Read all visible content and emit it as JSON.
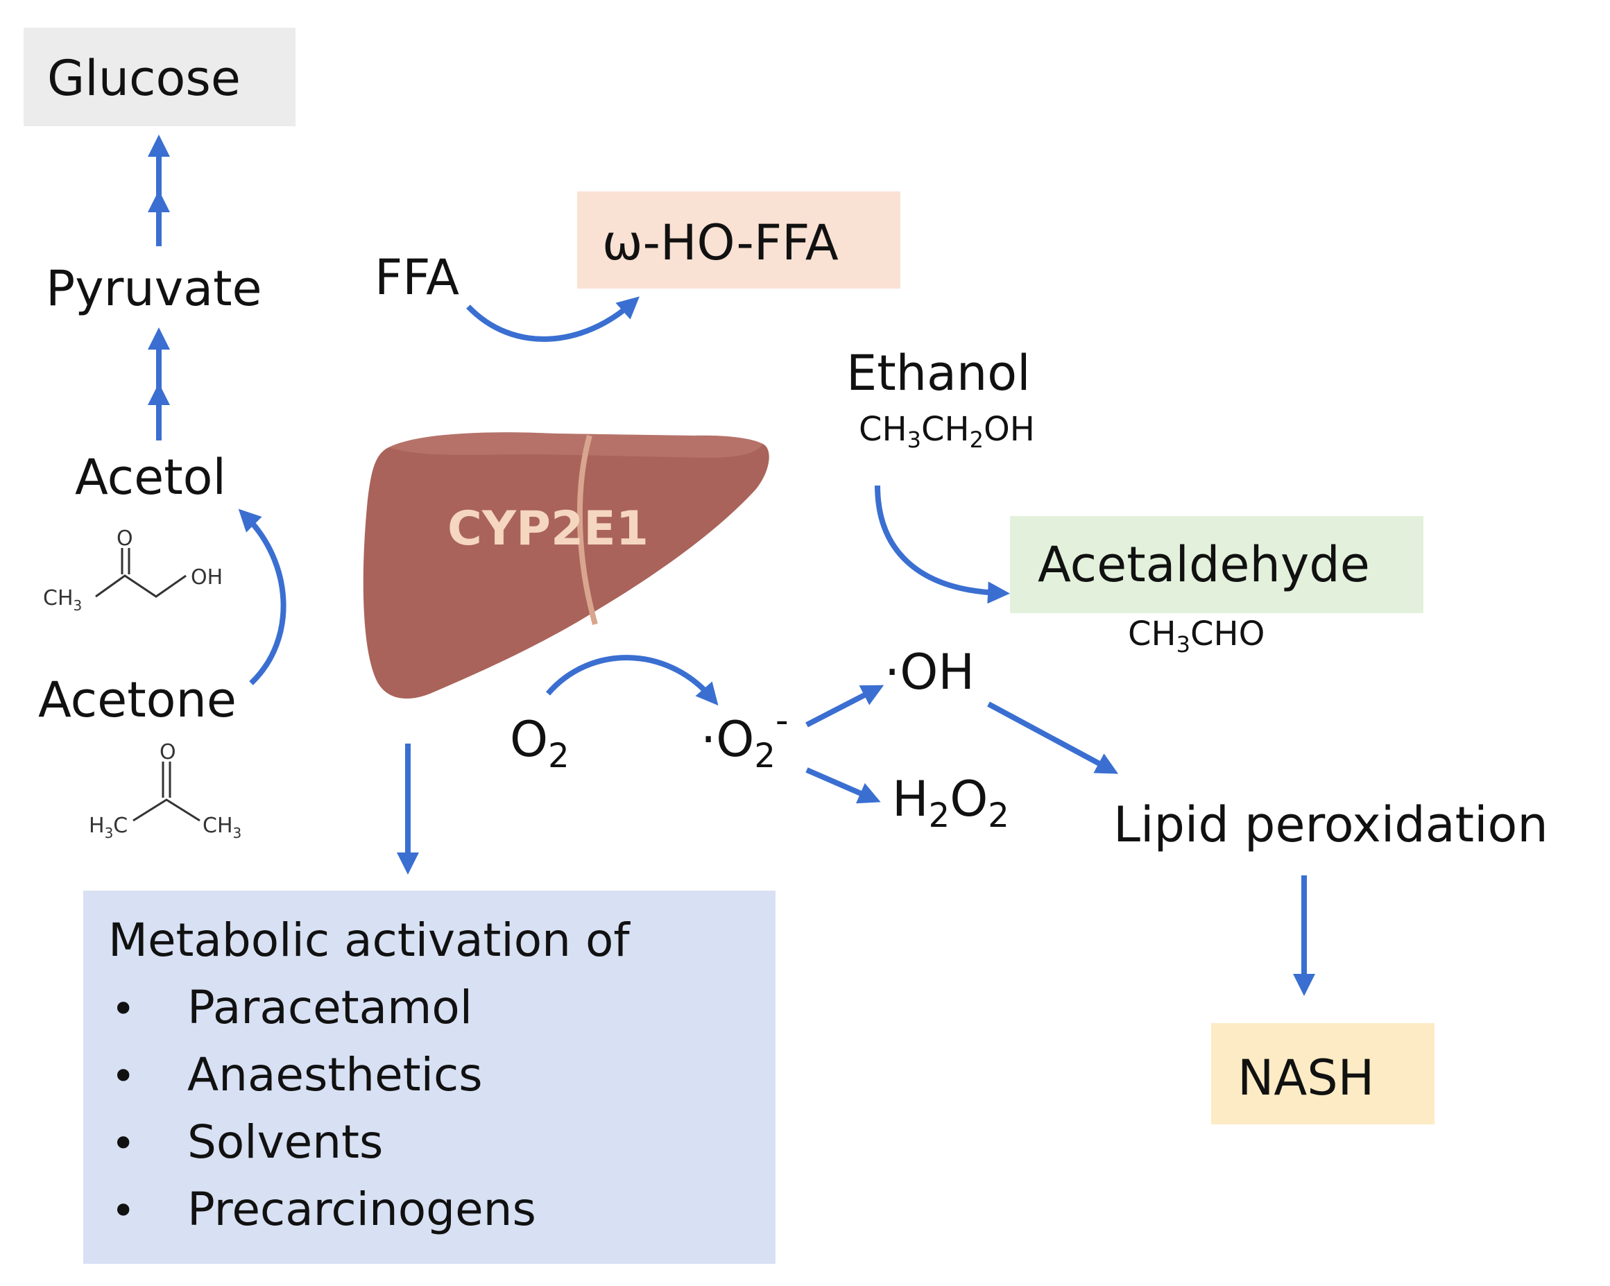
{
  "nodes": {
    "glucose": "Glucose",
    "pyruvate": "Pyruvate",
    "acetol": "Acetol",
    "acetone": "Acetone",
    "ffa": "FFA",
    "omega_ho_ffa": "ω-HO-FFA",
    "ethanol": "Ethanol",
    "ethanol_formula": {
      "a": "CH",
      "b": "3",
      "c": "CH",
      "d": "2",
      "e": "OH"
    },
    "acetaldehyde": "Acetaldehyde",
    "acetaldehyde_formula": {
      "a": "CH",
      "b": "3",
      "c": "CHO"
    },
    "cyp2e1": "CYP2E1",
    "o2": {
      "base": "O",
      "sub": "2"
    },
    "superoxide": {
      "dot": "·",
      "base": "O",
      "sub": "2",
      "sup": "-"
    },
    "hydroxyl": "·OH",
    "h2o2": {
      "h": "H",
      "sub1": "2",
      "o": "O",
      "sub2": "2"
    },
    "lipid_peroxidation": "Lipid peroxidation",
    "nash": "NASH"
  },
  "acetol_structure": {
    "o": "O",
    "oh": "OH",
    "ch3": "CH",
    "ch3_sub": "3"
  },
  "acetone_structure": {
    "o": "O",
    "h3c": "H",
    "h3c_sub": "3",
    "h3c_c": "C",
    "ch3": "CH",
    "ch3_sub": "3"
  },
  "metabolic_box": {
    "title": "Metabolic activation of",
    "bullet": "•",
    "items": [
      "Paracetamol",
      "Anaesthetics",
      "Solvents",
      "Precarcinogens"
    ]
  },
  "colors": {
    "arrow": "#3a6fd1",
    "liver": "#a9635a",
    "glucose_box": "#ececec",
    "omega_ho_ffa_box": "#f9e1d3",
    "acetaldehyde_box": "#e3f1dc",
    "nash_box": "#fcebc4",
    "metabolic_box": "#d8e0f3"
  }
}
